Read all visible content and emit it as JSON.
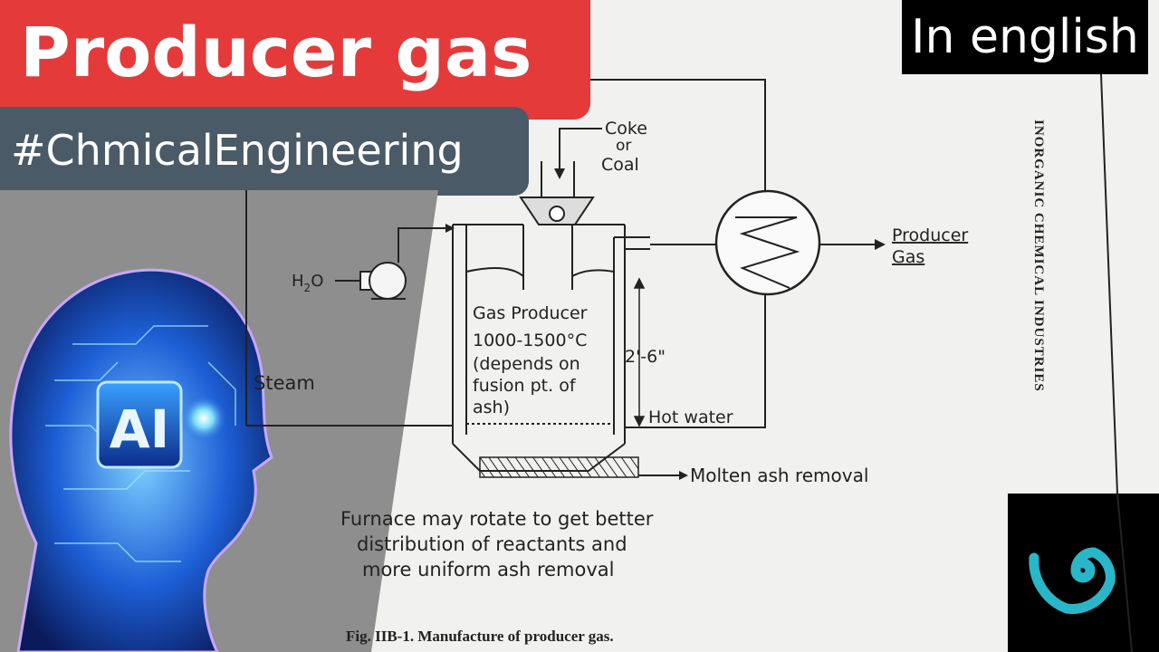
{
  "thumbnail": {
    "title": "Producer gas",
    "hashtag": "#ChmicalEngineering",
    "language_badge": "In english",
    "ai_badge": "AI"
  },
  "diagram": {
    "feed_label_line1": "Coke",
    "feed_label_line2": "or",
    "feed_label_line3": "Coal",
    "product_label_line1": "Producer",
    "product_label_line2": "Gas",
    "water_label": "H",
    "water_subscript": "2",
    "water_label_end": "O",
    "steam_label": "Steam",
    "vessel_label_line1": "Gas Producer",
    "vessel_label_line2": "1000-1500°C",
    "vessel_label_line3": "(depends on",
    "vessel_label_line4": "fusion pt. of",
    "vessel_label_line5": "ash)",
    "height_label": "2'-6\"",
    "hot_water_label": "Hot water",
    "ash_label": "Molten ash removal",
    "note_line1": "Furnace may rotate to get better",
    "note_line2": "distribution of reactants and",
    "note_line3": "more uniform ash removal",
    "caption": "Fig. IIB-1.  Manufacture of producer gas.",
    "side_header": "INORGANIC CHEMICAL INDUSTRIES"
  },
  "colors": {
    "title_bg": "#e43a3a",
    "hashtag_bg": "#4a5a66",
    "badge_bg": "#000000",
    "ai_glow": "#3aa0ff",
    "logo_color": "#29b6c8"
  }
}
